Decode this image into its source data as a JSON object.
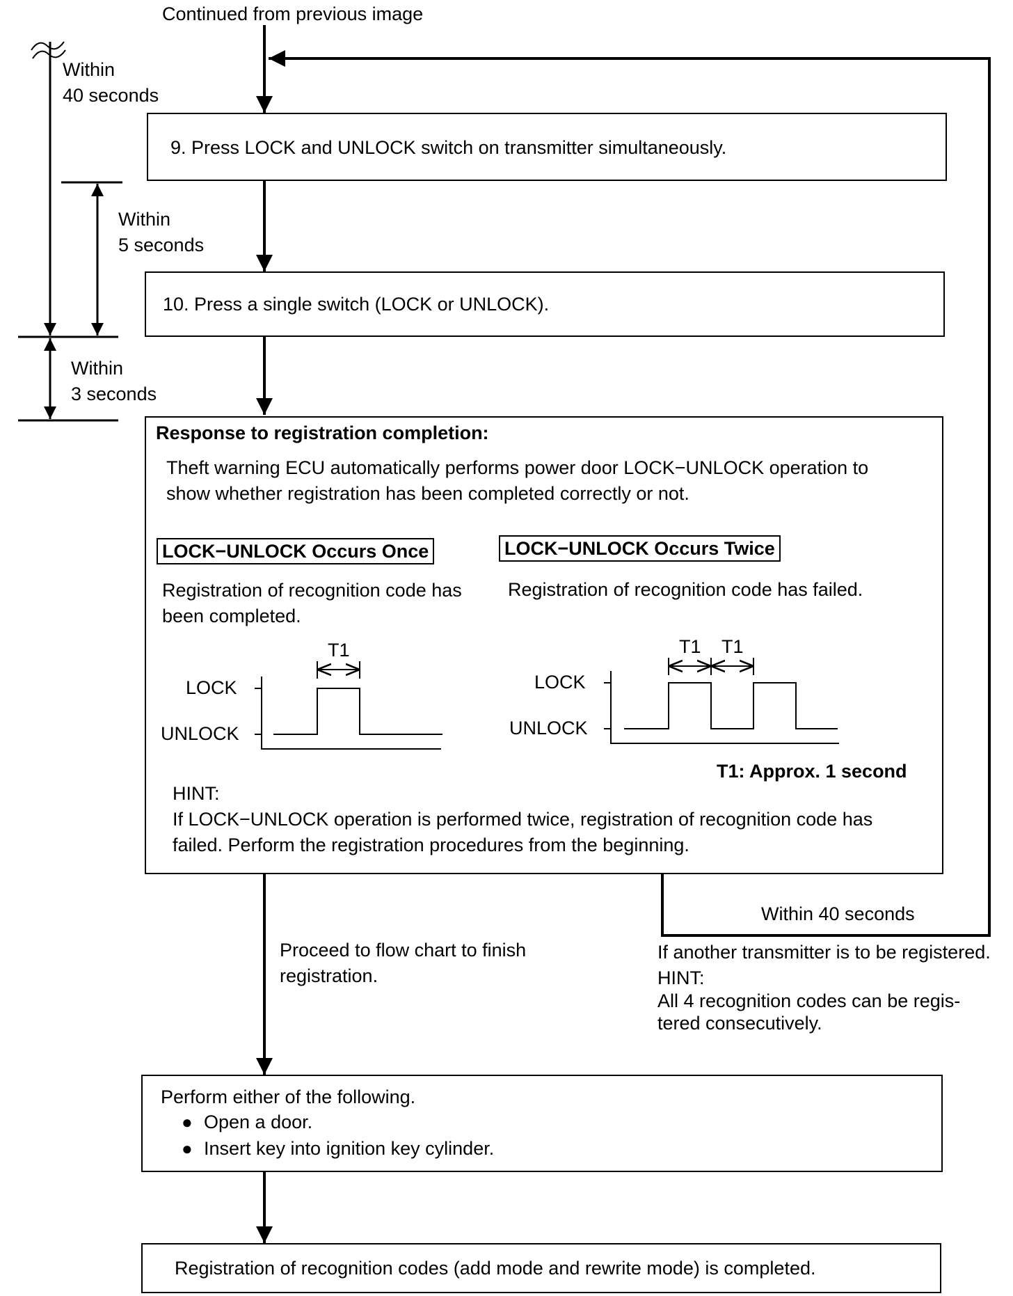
{
  "header": {
    "continued_label": "Continued from previous image"
  },
  "timing": {
    "t40": [
      "Within",
      "40 seconds"
    ],
    "t5": [
      "Within",
      "5 seconds"
    ],
    "t3": [
      "Within",
      "3 seconds"
    ]
  },
  "steps": {
    "step9": "9.  Press LOCK and UNLOCK switch on transmitter simultaneously.",
    "step10": "10.  Press a single switch (LOCK or UNLOCK)."
  },
  "response": {
    "title": "Response to registration completion:",
    "desc": [
      "Theft warning ECU automatically performs power door LOCK−UNLOCK operation to",
      "show whether registration has been completed correctly or not."
    ],
    "once": {
      "label": "LOCK−UNLOCK Occurs Once",
      "text": [
        "Registration of recognition code has",
        "been completed."
      ]
    },
    "twice": {
      "label": "LOCK−UNLOCK Occurs Twice",
      "text": [
        "Registration of recognition code has failed."
      ]
    },
    "waveform": {
      "lock": "LOCK",
      "unlock": "UNLOCK",
      "t1": "T1",
      "t1_note": "T1: Approx. 1 second"
    },
    "hint_label": "HINT:",
    "hint": [
      "If LOCK−UNLOCK operation is performed twice, registration of recognition code has",
      "failed. Perform the registration procedures from the beginning."
    ]
  },
  "loop": {
    "within40": "Within 40 seconds",
    "another": "If another transmitter is to be registered.",
    "hint_label": "HINT:",
    "hint": [
      "All 4 recognition codes can be regis-",
      "tered consecutively."
    ]
  },
  "proceed": [
    "Proceed to flow chart to finish",
    "registration."
  ],
  "finish": {
    "title": "Perform either of the following.",
    "items": [
      "Open a door.",
      "Insert key into ignition key cylinder."
    ]
  },
  "final": "Registration of recognition codes (add mode and rewrite mode) is completed."
}
